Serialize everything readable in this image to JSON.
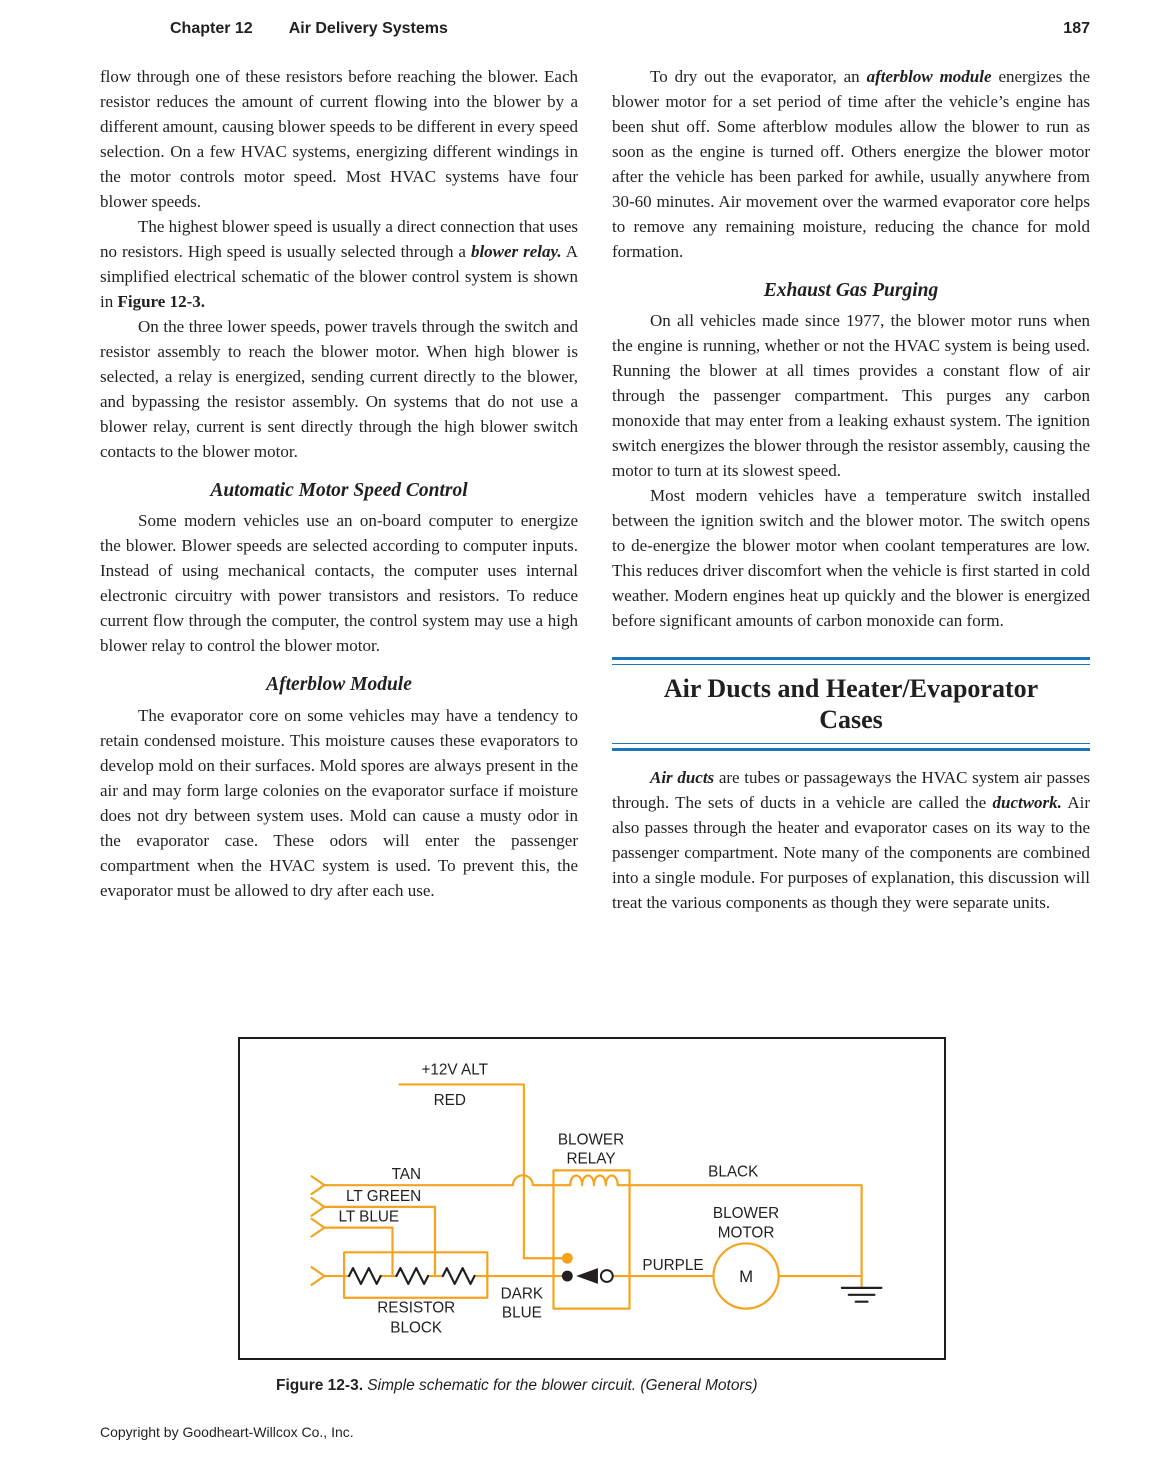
{
  "theme": {
    "rule_color": "#1c75bc",
    "wire_color": "#f5a31e",
    "text_color": "#231f20"
  },
  "header": {
    "chapter": "Chapter 12",
    "section": "Air Delivery Systems",
    "page_number": "187"
  },
  "left_column": {
    "p1": [
      {
        "t": "flow through one of these resistors before reaching the blower. Each resistor reduces the amount of current flowing into the blower by a different amount, causing blower speeds to be different in every speed selection. On a few HVAC systems, energizing different windings in the motor controls motor speed. Most HVAC systems have four blower speeds."
      }
    ],
    "p2": [
      {
        "t": "The highest blower speed is usually a direct connection that uses no resistors. High speed is usually selected through a "
      },
      {
        "t": "blower relay.",
        "b": true,
        "i": true
      },
      {
        "t": " A simplified electrical schematic of the blower control system is shown in "
      },
      {
        "t": "Figure 12-3.",
        "b": true
      }
    ],
    "p3": [
      {
        "t": "On the three lower speeds, power travels through the switch and resistor assembly to reach the blower motor. When high blower is selected, a relay is energized, sending current directly to the blower, and bypassing the resistor assembly. On systems that do not use a blower relay, current is sent directly through the high blower switch contacts to the blower motor."
      }
    ],
    "h_auto": "Automatic Motor Speed Control",
    "p4": [
      {
        "t": "Some modern vehicles use an on-board computer to energize the blower. Blower speeds are selected according to computer inputs. Instead of using mechanical contacts, the computer uses internal electronic circuitry with power transistors and resistors. To reduce current flow through the computer, the control system may use a high blower relay to control the blower motor."
      }
    ],
    "h_afterblow": "Afterblow Module",
    "p5": [
      {
        "t": "The evaporator core on some vehicles may have a tendency to retain condensed moisture. This moisture causes these evaporators to develop mold on their surfaces. Mold spores are always present in the air and may form large colonies on the evaporator surface if moisture does not dry between system uses. Mold can cause a musty odor in the evaporator case. These odors will enter the passenger compartment when the HVAC system is used. To prevent this, the evaporator must be allowed to dry after each use."
      }
    ]
  },
  "right_column": {
    "p6": [
      {
        "t": "To dry out the evaporator, an "
      },
      {
        "t": "afterblow module",
        "b": true,
        "i": true
      },
      {
        "t": " energizes the blower motor for a set period of time after the vehicle’s engine has been shut off. Some afterblow modules allow the blower to run as soon as the engine is turned off. Others energize the blower motor after the vehicle has been parked for awhile, usually anywhere from 30-60 minutes. Air movement over the warmed evaporator core helps to remove any remaining moisture, reducing the chance for mold formation."
      }
    ],
    "h_exhaust": "Exhaust Gas Purging",
    "p7": [
      {
        "t": "On all vehicles made since 1977, the blower motor runs when the engine is running, whether or not the HVAC system is being used. Running the blower at all times provides a constant flow of air through the passenger compartment. This purges any carbon monoxide that may enter from a leaking exhaust system. The ignition switch energizes the blower through the resistor assembly, causing the motor to turn at its slowest speed."
      }
    ],
    "p8": [
      {
        "t": "Most modern vehicles have a temperature switch installed between the ignition switch and the blower motor. The switch opens to de-energize the blower motor when coolant temperatures are low. This reduces driver discomfort when the vehicle is first started in cold weather. Modern engines heat up quickly and the blower is energized before significant amounts of carbon monoxide can form."
      }
    ],
    "section_title": "Air Ducts and Heater/Evaporator Cases",
    "p9": [
      {
        "t": "Air ducts",
        "b": true,
        "i": true
      },
      {
        "t": " are tubes or passageways the HVAC system air passes through. The sets of ducts in a vehicle are called the "
      },
      {
        "t": "ductwork.",
        "b": true,
        "i": true
      },
      {
        "t": " Air also passes through the heater and evaporator cases on its way to the passenger compartment. Note many of the components are combined into a single module. For purposes of explanation, this discussion will treat the various components as though they were separate units."
      }
    ]
  },
  "figure": {
    "labels": {
      "supply": "+12V ALT",
      "red": "RED",
      "relay_line1": "BLOWER",
      "relay_line2": "RELAY",
      "tan": "TAN",
      "lt_green": "LT GREEN",
      "lt_blue": "LT BLUE",
      "black": "BLACK",
      "motor_line1": "BLOWER",
      "motor_line2": "MOTOR",
      "purple": "PURPLE",
      "motor_m": "M",
      "dark_line1": "DARK",
      "dark_line2": "BLUE",
      "resistor_line1": "RESISTOR",
      "resistor_line2": "BLOCK"
    },
    "caption": [
      {
        "t": "Figure 12-3.",
        "b": true
      },
      {
        "t": " Simple schematic for the blower circuit. (General Motors)",
        "i": true
      }
    ]
  },
  "footer": {
    "copyright": "Copyright by Goodheart-Willcox Co., Inc."
  }
}
